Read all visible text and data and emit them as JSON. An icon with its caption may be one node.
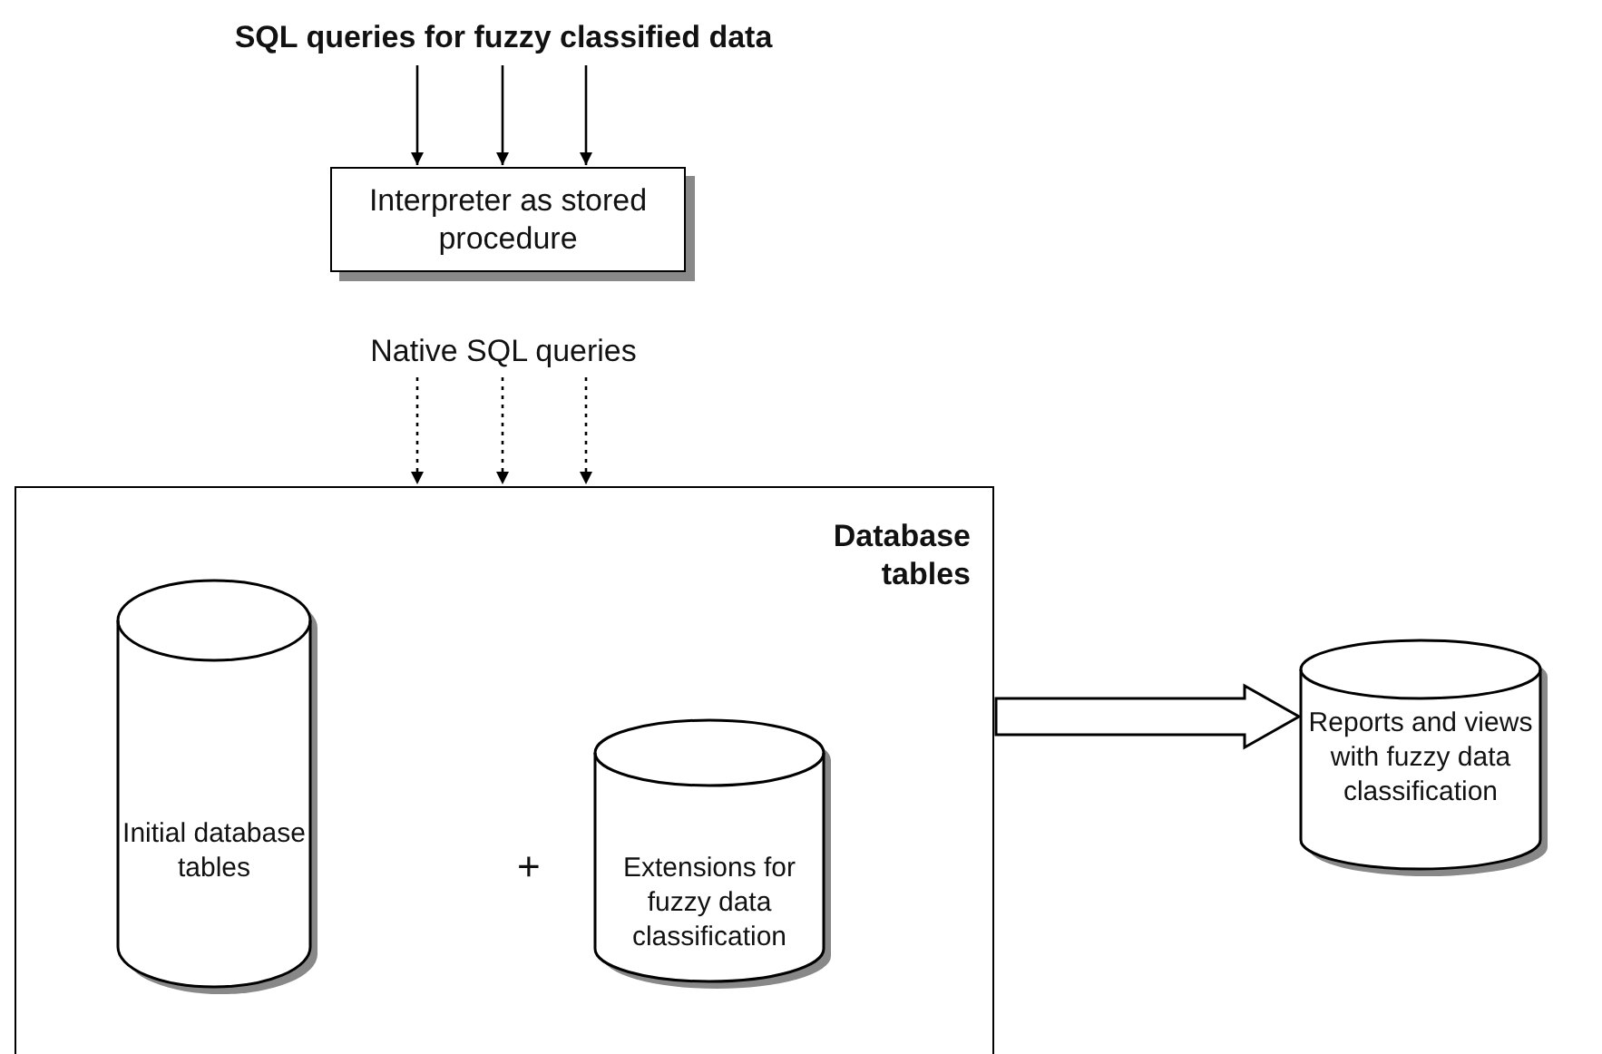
{
  "diagram": {
    "nodes": [
      {
        "text": [
          "SQL queries for fuzzy classified data"
        ]
      },
      {
        "text": [
          "Interpreter as stored procedure"
        ]
      },
      {
        "text": [
          "Native SQL queries"
        ]
      },
      {
        "text": [
          "Database tables"
        ]
      },
      {
        "text": [
          "Initial database tables"
        ],
        "in": 3
      },
      {
        "text": [
          "Extensions for fuzzy data classification"
        ],
        "in": 3
      },
      {
        "text": [
          "Reports and views with fuzzy data classification"
        ]
      }
    ],
    "edges": [
      {
        "from": 0,
        "to": 1,
        "arrow": "to"
      },
      {
        "from": 0,
        "to": 1,
        "arrow": "to"
      },
      {
        "from": 0,
        "to": 1,
        "arrow": "to"
      },
      {
        "from": 2,
        "to": 3,
        "arrow": "to",
        "style": "dashed"
      },
      {
        "from": 2,
        "to": 3,
        "arrow": "to",
        "style": "dashed"
      },
      {
        "from": 2,
        "to": 3,
        "arrow": "to",
        "style": "dashed"
      },
      {
        "from": 3,
        "to": 6,
        "arrow": "to",
        "style": "thick"
      }
    ],
    "labels": [
      "+"
    ]
  }
}
